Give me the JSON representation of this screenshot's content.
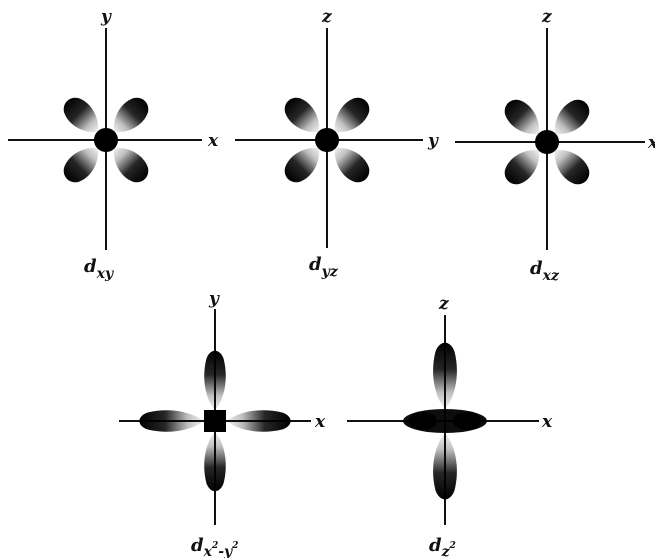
{
  "colors": {
    "ink": "#111111",
    "background": "#ffffff"
  },
  "orbitals": [
    {
      "id": "dxy",
      "shape": "cloverleaf-diagonal",
      "axes": {
        "horizontal": "x",
        "vertical": "y"
      },
      "label": {
        "main": "d",
        "sub": "xy",
        "sup": "",
        "sub_after": ""
      }
    },
    {
      "id": "dyz",
      "shape": "cloverleaf-diagonal",
      "axes": {
        "horizontal": "y",
        "vertical": "z"
      },
      "label": {
        "main": "d",
        "sub": "yz",
        "sup": "",
        "sub_after": ""
      }
    },
    {
      "id": "dxz",
      "shape": "cloverleaf-diagonal",
      "axes": {
        "horizontal": "x",
        "vertical": "z"
      },
      "label": {
        "main": "d",
        "sub": "xz",
        "sup": "",
        "sub_after": ""
      }
    },
    {
      "id": "dx2-y2",
      "shape": "cloverleaf-on-axes",
      "axes": {
        "horizontal": "x",
        "vertical": "y"
      },
      "label": {
        "main": "d",
        "sub": "x",
        "sup": "2",
        "sub_after": "-y",
        "sup2": "2"
      }
    },
    {
      "id": "dz2",
      "shape": "dumbbell-with-torus",
      "axes": {
        "horizontal": "x",
        "vertical": "z"
      },
      "label": {
        "main": "d",
        "sub": "z",
        "sup": "2",
        "sub_after": ""
      }
    }
  ]
}
